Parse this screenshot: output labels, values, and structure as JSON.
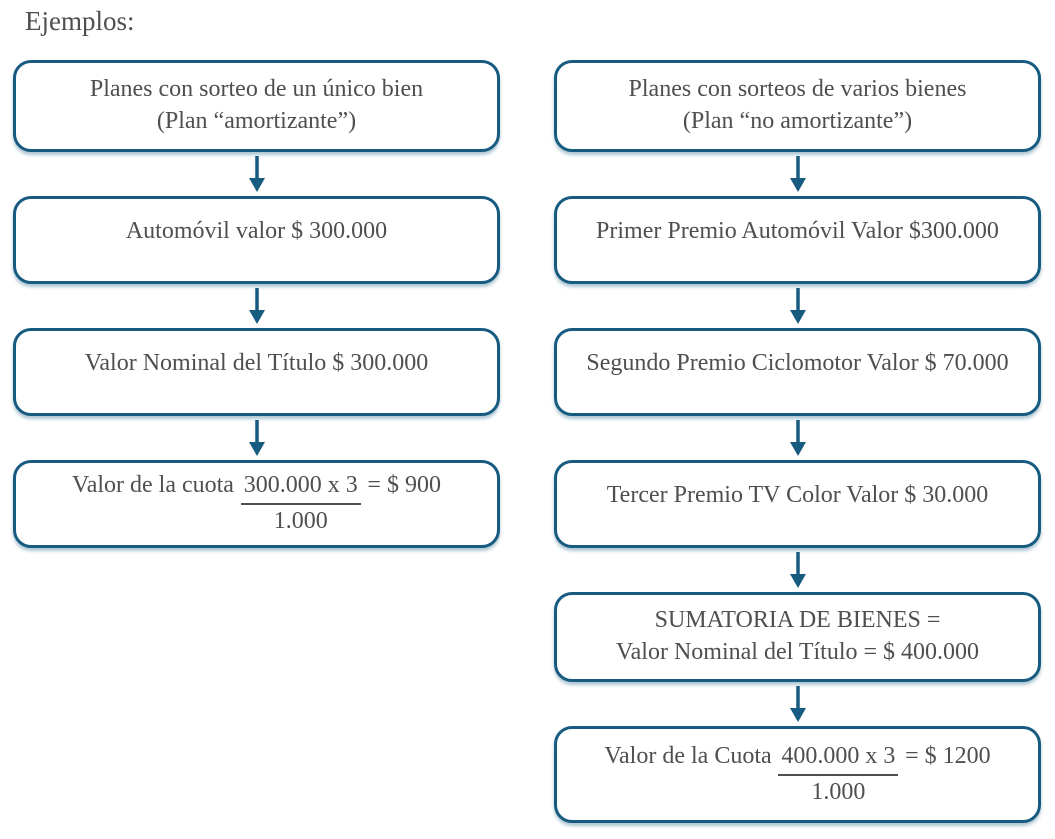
{
  "page": {
    "title": "Ejemplos:"
  },
  "colors": {
    "accent": "#175B80",
    "text": "#4F4F4F",
    "background": "#FFFFFF"
  },
  "diagram": {
    "columns": [
      {
        "name": "plan-amortizante",
        "nodes": [
          {
            "type": "text",
            "lines": [
              "Planes con sorteo de un único bien",
              "(Plan “amortizante”)"
            ]
          },
          {
            "type": "text",
            "lines": [
              "Automóvil valor $ 300.000"
            ]
          },
          {
            "type": "text",
            "lines": [
              "Valor Nominal del Título $ 300.000"
            ]
          },
          {
            "type": "formula",
            "prefix": "Valor de la cuota",
            "numerator": "300.000 x 3",
            "denominator": "1.000",
            "suffix": "= $ 900"
          }
        ]
      },
      {
        "name": "plan-no-amortizante",
        "nodes": [
          {
            "type": "text",
            "lines": [
              "Planes con sorteos de varios bienes",
              "(Plan “no amortizante”)"
            ]
          },
          {
            "type": "text",
            "lines": [
              "Primer Premio Automóvil Valor $300.000"
            ]
          },
          {
            "type": "text",
            "lines": [
              "Segundo Premio Ciclomotor Valor $ 70.000"
            ]
          },
          {
            "type": "text",
            "lines": [
              "Tercer Premio TV Color Valor $ 30.000"
            ]
          },
          {
            "type": "text",
            "lines": [
              "SUMATORIA DE BIENES =",
              "Valor Nominal del Título = $ 400.000"
            ]
          },
          {
            "type": "formula",
            "prefix": "Valor de la Cuota",
            "numerator": "400.000 x 3",
            "denominator": "1.000",
            "suffix": "= $ 1200"
          }
        ]
      }
    ]
  }
}
